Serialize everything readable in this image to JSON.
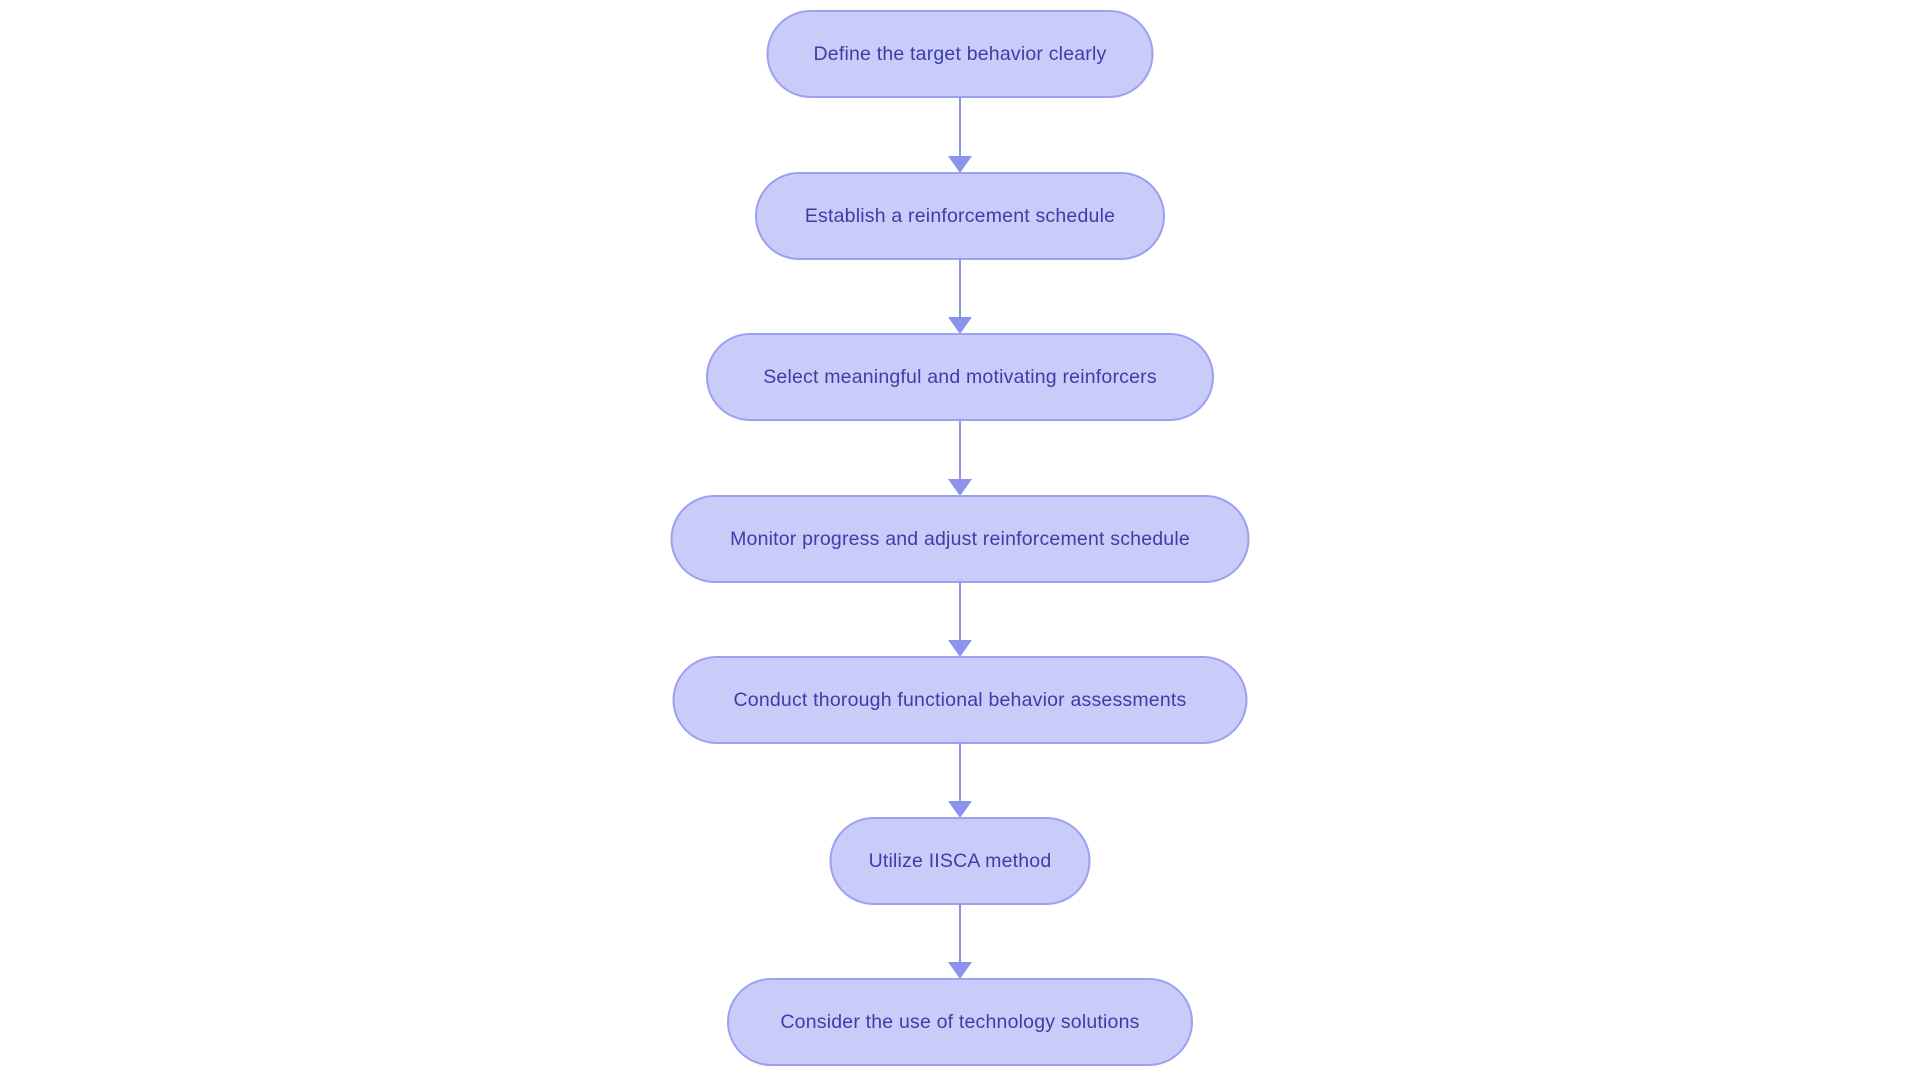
{
  "flowchart": {
    "type": "vertical-flowchart",
    "colors": {
      "background": "#ffffff",
      "node_fill": "#c9ccf8",
      "node_border": "#9ba1f0",
      "node_text": "#3b3ea6",
      "arrow": "#8d93ec"
    },
    "nodes": [
      {
        "id": 1,
        "label": "Define the target behavior clearly"
      },
      {
        "id": 2,
        "label": "Establish a reinforcement schedule"
      },
      {
        "id": 3,
        "label": "Select meaningful and motivating reinforcers"
      },
      {
        "id": 4,
        "label": "Monitor progress and adjust reinforcement schedule"
      },
      {
        "id": 5,
        "label": "Conduct thorough functional behavior assessments"
      },
      {
        "id": 6,
        "label": "Utilize IISCA method"
      },
      {
        "id": 7,
        "label": "Consider the use of technology solutions"
      }
    ],
    "edges": [
      {
        "from": 1,
        "to": 2
      },
      {
        "from": 2,
        "to": 3
      },
      {
        "from": 3,
        "to": 4
      },
      {
        "from": 4,
        "to": 5
      },
      {
        "from": 5,
        "to": 6
      },
      {
        "from": 6,
        "to": 7
      }
    ]
  }
}
